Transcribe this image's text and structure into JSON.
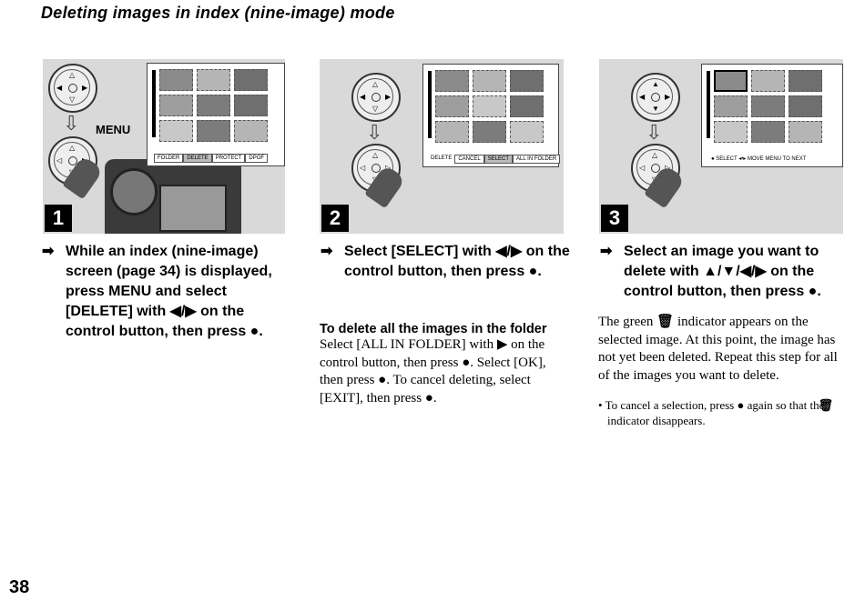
{
  "header": {
    "title": "Deleting images in index (nine-image) mode"
  },
  "step1": {
    "number": "1",
    "menu_label": "MENU",
    "menu_items": [
      "FOLDER",
      "DELETE",
      "PROTECT",
      "DPOF"
    ],
    "arrow": "➡",
    "text": "While an index (nine-image) screen (page 34) is displayed, press MENU and select [DELETE] with ◀/▶ on the control button, then press ●."
  },
  "step2": {
    "number": "2",
    "screen_label": "DELETE",
    "menu_items": [
      "CANCEL",
      "SELECT",
      "ALL IN FOLDER"
    ],
    "arrow": "➡",
    "text": "Select [SELECT] with ◀/▶ on the control button, then press ●.",
    "subheading": "To delete all the images in the folder",
    "body": "Select [ALL IN FOLDER] with ▶ on the control button, then press ●. Select [OK], then press ●. To cancel deleting, select [EXIT], then press ●."
  },
  "step3": {
    "number": "3",
    "status_line": "● SELECT ◂•▸ MOVE  MENU TO NEXT",
    "arrow": "➡",
    "text": "Select an image you want to delete with ▲/▼/◀/▶ on the control button, then press ●.",
    "body_before": "The green",
    "body_after": "indicator appears on the selected image. At this point, the image has not yet been deleted. Repeat this step for all of the images you want to delete.",
    "note_before": "• To cancel a selection, press ● again so that the",
    "note_after": "indicator disappears.",
    "trash_icon": "trash-icon"
  },
  "footer": {
    "page_number": "38"
  }
}
